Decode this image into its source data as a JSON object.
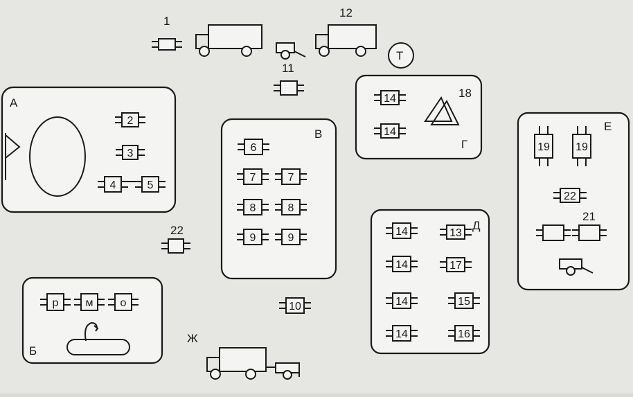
{
  "zones": {
    "A": "А",
    "B": "Б",
    "V": "В",
    "G": "Г",
    "D": "Д",
    "E": "Е"
  },
  "labels": {
    "zh": "Ж",
    "t": "Т",
    "n1": "1",
    "n11": "11",
    "n12": "12",
    "n18": "18",
    "n21": "21",
    "n22_left": "22"
  },
  "fixtures": {
    "a2": "2",
    "a3": "3",
    "a4": "4",
    "a5": "5",
    "b_r": "р",
    "b_m": "м",
    "b_o": "о",
    "v6": "6",
    "v7a": "7",
    "v7b": "7",
    "v8a": "8",
    "v8b": "8",
    "v9a": "9",
    "v9b": "9",
    "c10": "10",
    "g14a": "14",
    "g14b": "14",
    "d14a": "14",
    "d14b": "14",
    "d14c": "14",
    "d14d": "14",
    "d13": "13",
    "d17": "17",
    "d15": "15",
    "d16": "16",
    "e19a": "19",
    "e19b": "19",
    "e22": "22"
  }
}
